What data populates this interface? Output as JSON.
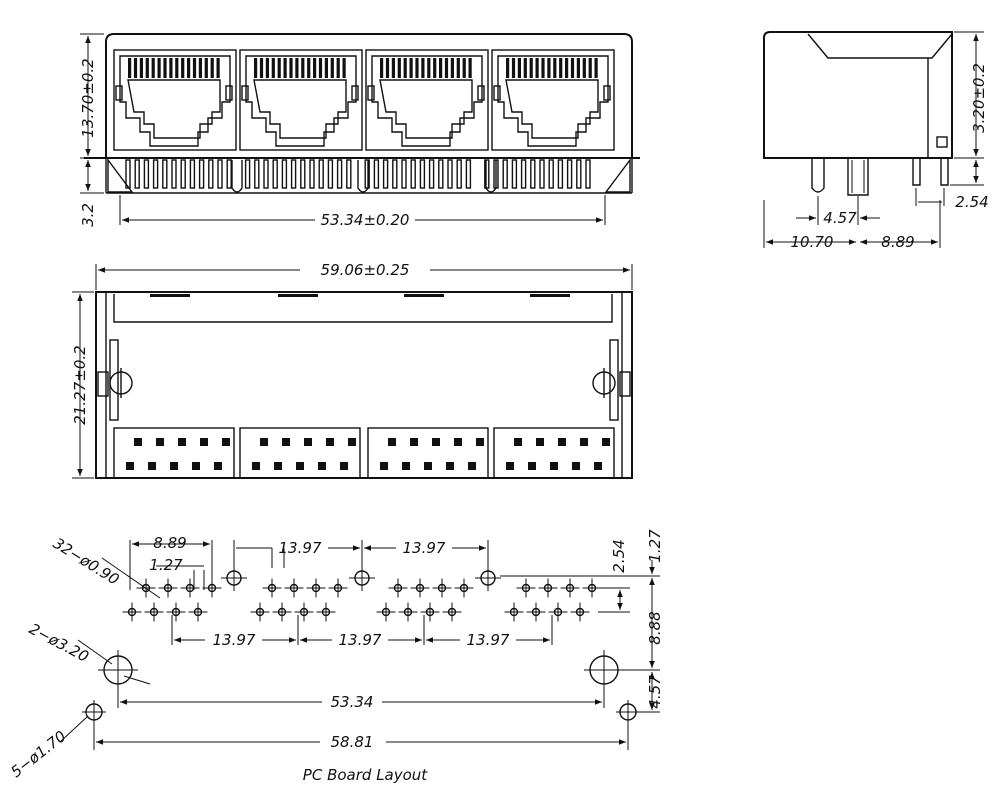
{
  "views": {
    "front": {
      "height_dim": "13.70±0.2",
      "pin_dim": "3.2",
      "width_dim": "53.34±0.20"
    },
    "side": {
      "height_dim": "3.20±0.2",
      "pin_pitch": "4.57",
      "depth_dim": "10.70",
      "offset_dim": "8.89",
      "tail_dim": "2.54"
    },
    "top": {
      "width_dim": "59.06±0.25",
      "depth_dim": "21.27±0.2"
    },
    "pcb": {
      "title": "PC Board Layout",
      "pin_spec": "32−ø0.90",
      "peg_spec": "2−ø3.20",
      "shield_spec": "5−ø1.70",
      "dim_8_89": "8.89",
      "dim_1_27": "1.27",
      "dim_13_97_top_a": "13.97",
      "dim_13_97_top_b": "13.97",
      "dim_13_97_bot_a": "13.97",
      "dim_13_97_bot_b": "13.97",
      "dim_13_97_bot_c": "13.97",
      "dim_53_34": "53.34",
      "dim_58_81": "58.81",
      "dim_2_54": "2.54",
      "dim_1_27_r": "1.27",
      "dim_8_88": "8.88",
      "dim_4_57": "4.57"
    }
  }
}
